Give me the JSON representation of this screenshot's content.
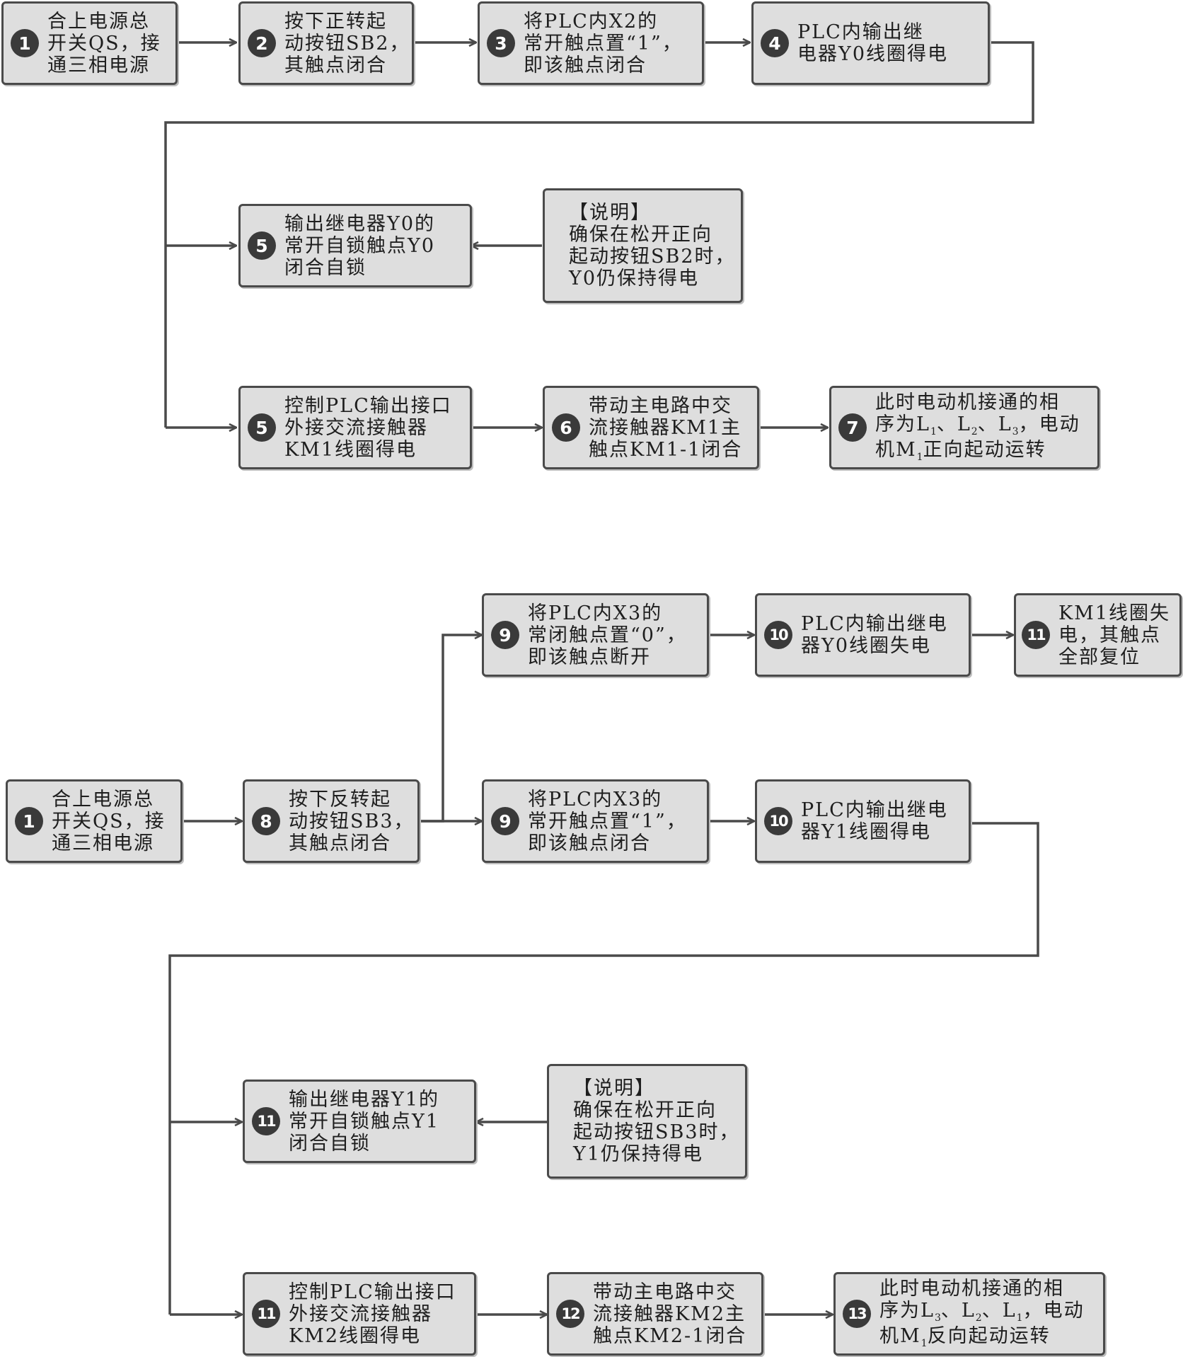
{
  "diagram": {
    "forward": {
      "s1": {
        "num": "1",
        "lines": [
          "合上电源总",
          "开关QS，接",
          "通三相电源"
        ]
      },
      "s2": {
        "num": "2",
        "lines": [
          "按下正转起",
          "动按钮SB2，",
          "其触点闭合"
        ]
      },
      "s3": {
        "num": "3",
        "lines": [
          "将PLC内X2的",
          "常开触点置“1”，",
          "即该触点闭合"
        ]
      },
      "s4": {
        "num": "4",
        "lines": [
          "PLC内输出继",
          "电器Y0线圈得电"
        ]
      },
      "s5a": {
        "num": "5",
        "lines": [
          "输出继电器Y0的",
          "常开自锁触点Y0",
          "闭合自锁"
        ]
      },
      "note1": {
        "lines": [
          "【说明】",
          "确保在松开正向",
          "起动按钮SB2时，",
          "Y0仍保持得电"
        ]
      },
      "s5b": {
        "num": "5",
        "lines": [
          "控制PLC输出接口",
          "外接交流接触器",
          "KM1线圈得电"
        ]
      },
      "s6": {
        "num": "6",
        "lines": [
          "带动主电路中交",
          "流接触器KM1主",
          "触点KM1-1闭合"
        ]
      },
      "s7": {
        "num": "7",
        "line1": "此时电动机接通的相",
        "l2_pre": "序为L",
        "l2_s1": "1",
        "l2_sep1": "、L",
        "l2_s2": "2",
        "l2_sep2": "、L",
        "l2_s3": "3",
        "l2_post": "，电动",
        "l3_pre": "机M",
        "l3_s": "1",
        "l3_post": "正向起动运转"
      }
    },
    "reverse": {
      "s1": {
        "num": "1",
        "lines": [
          "合上电源总",
          "开关QS，接",
          "通三相电源"
        ]
      },
      "s8": {
        "num": "8",
        "lines": [
          "按下反转起",
          "动按钮SB3，",
          "其触点闭合"
        ]
      },
      "s9a": {
        "num": "9",
        "lines": [
          "将PLC内X3的",
          "常闭触点置“0”，",
          "即该触点断开"
        ]
      },
      "s10a": {
        "num": "10",
        "lines": [
          "PLC内输出继电",
          "器Y0线圈失电"
        ]
      },
      "s11a": {
        "num": "11",
        "lines": [
          "KM1线圈失",
          "电，其触点",
          "全部复位"
        ]
      },
      "s9b": {
        "num": "9",
        "lines": [
          "将PLC内X3的",
          "常开触点置“1”，",
          "即该触点闭合"
        ]
      },
      "s10b": {
        "num": "10",
        "lines": [
          "PLC内输出继电",
          "器Y1线圈得电"
        ]
      },
      "s11b": {
        "num": "11",
        "lines": [
          "输出继电器Y1的",
          "常开自锁触点Y1",
          "闭合自锁"
        ]
      },
      "note2": {
        "lines": [
          "【说明】",
          "确保在松开正向",
          "起动按钮SB3时，",
          "Y1仍保持得电"
        ]
      },
      "s11c": {
        "num": "11",
        "lines": [
          "控制PLC输出接口",
          "外接交流接触器",
          "KM2线圈得电"
        ]
      },
      "s12": {
        "num": "12",
        "lines": [
          "带动主电路中交",
          "流接触器KM2主",
          "触点KM2-1闭合"
        ]
      },
      "s13": {
        "num": "13",
        "line1": "此时电动机接通的相",
        "l2_pre": "序为L",
        "l2_s1": "3",
        "l2_sep1": "、L",
        "l2_s2": "2",
        "l2_sep2": "、L",
        "l2_s3": "1",
        "l2_post": "，电动",
        "l3_pre": "机M",
        "l3_s": "1",
        "l3_post": "反向起动运转"
      }
    },
    "colors": {
      "box_fill": "#dedede",
      "box_border": "#4a4a4a",
      "badge": "#3a3a3a",
      "line": "#4a4a4a",
      "text": "#1e1e1e"
    }
  }
}
